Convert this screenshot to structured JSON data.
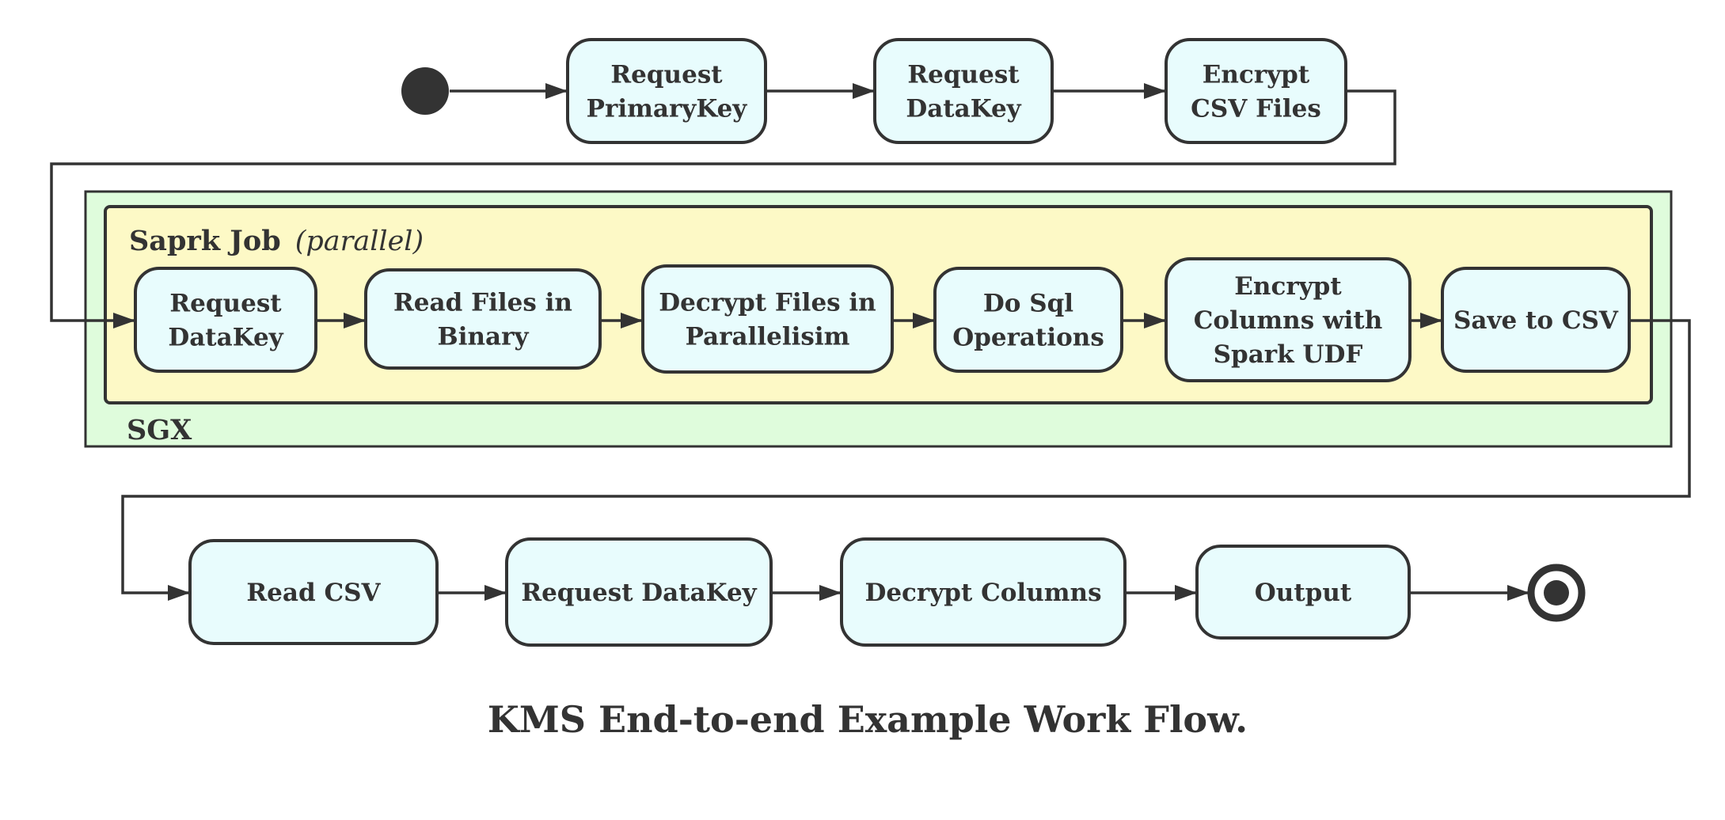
{
  "diagram": {
    "caption": "KMS End-to-end Example Work Flow.",
    "colors": {
      "node_fill": "#e8fcfd",
      "stroke": "#333333",
      "sgx_fill": "#dffcdc",
      "spark_fill": "#fdf9c6",
      "text": "#333333"
    },
    "start_icon": "start-node-filled-circle",
    "end_icon": "end-node-bullseye",
    "sgx_label": "SGX",
    "spark_job": {
      "title": "Saprk Job",
      "qualifier": "(parallel)"
    },
    "nodes": {
      "req_primary": [
        "Request",
        "PrimaryKey"
      ],
      "req_datakey_1": [
        "Request",
        "DataKey"
      ],
      "encrypt_csv": [
        "Encrypt",
        "CSV Files"
      ],
      "req_datakey_2": [
        "Request",
        "DataKey"
      ],
      "read_binary": [
        "Read Files in",
        "Binary"
      ],
      "decrypt_parallel": [
        "Decrypt Files in",
        "Parallelisim"
      ],
      "do_sql": [
        "Do Sql",
        "Operations"
      ],
      "encrypt_columns": [
        "Encrypt",
        "Columns with",
        "Spark UDF"
      ],
      "save_csv": [
        "Save to CSV"
      ],
      "read_csv": [
        "Read CSV"
      ],
      "req_datakey_3": [
        "Request DataKey"
      ],
      "decrypt_columns": [
        "Decrypt Columns"
      ],
      "output": [
        "Output"
      ]
    },
    "edges": [
      [
        "start",
        "req_primary"
      ],
      [
        "req_primary",
        "req_datakey_1"
      ],
      [
        "req_datakey_1",
        "encrypt_csv"
      ],
      [
        "encrypt_csv",
        "req_datakey_2"
      ],
      [
        "req_datakey_2",
        "read_binary"
      ],
      [
        "read_binary",
        "decrypt_parallel"
      ],
      [
        "decrypt_parallel",
        "do_sql"
      ],
      [
        "do_sql",
        "encrypt_columns"
      ],
      [
        "encrypt_columns",
        "save_csv"
      ],
      [
        "save_csv",
        "read_csv"
      ],
      [
        "read_csv",
        "req_datakey_3"
      ],
      [
        "req_datakey_3",
        "decrypt_columns"
      ],
      [
        "decrypt_columns",
        "output"
      ],
      [
        "output",
        "end"
      ]
    ]
  }
}
